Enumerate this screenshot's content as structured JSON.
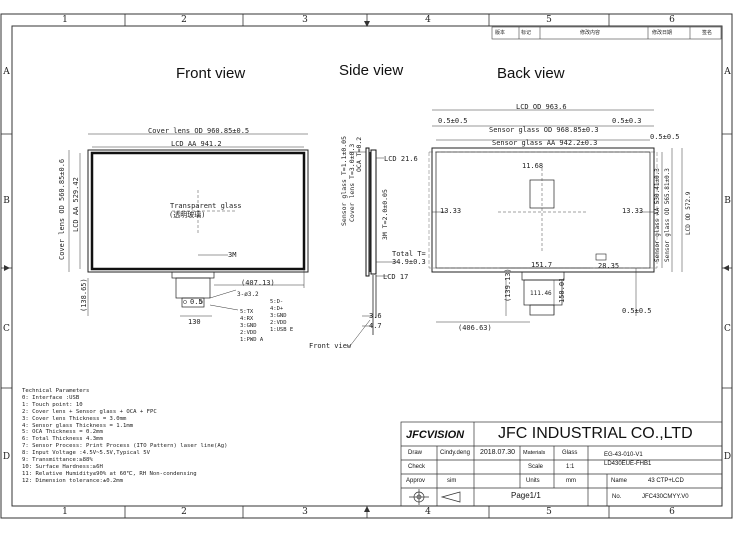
{
  "zones": {
    "columns": [
      "1",
      "2",
      "3",
      "4",
      "5",
      "6"
    ],
    "rows": [
      "A",
      "B",
      "C",
      "D"
    ]
  },
  "revision_header": [
    "版本",
    "标记",
    "修改内容",
    "修改日期",
    "签名"
  ],
  "views": {
    "front": "Front view",
    "side": "Side view",
    "back": "Back view"
  },
  "front": {
    "cover_lens_od": "Cover lens OD 960.85±0.5",
    "lcd_aa_w": "LCD AA 941.2",
    "cover_lens_od_v": "Cover lens OD 560.85±0.6",
    "lcd_aa_h": "LCD AA 529.42",
    "glass_label_1": "Transparent glass",
    "glass_label_2": "(透明玻璃)",
    "tail_label": "3M",
    "dim_407": "(407.13)",
    "dim_138": "(138.65)",
    "dim_130": "130",
    "dim_05": "0.5",
    "pin_title_l": "3-ø3.2",
    "pins_left": [
      "5:TX",
      "4:RX",
      "3:GND",
      "2:VDD",
      "1:PWD A"
    ],
    "pins_right": [
      "5:D-",
      "4:D+",
      "3:GND",
      "2:VDD",
      "1:USB E"
    ],
    "front_view_note": "Front view"
  },
  "side": {
    "sensor_glass_t": "Sensor glass T=1.1±0.05",
    "cover_lens_t": "Cover lens T=3.0±0.3",
    "oca_t": "OCA T=0.2",
    "tape_t": "3M T=2.0±0.05",
    "lcd_21": "LCD 21.6",
    "total_1": "Total T=",
    "total_2": "34.9±0.3",
    "lcd_17": "LCD 17",
    "dim_36": "3.6",
    "dim_47": "4.7"
  },
  "back": {
    "lcd_od": "LCD OD 963.6",
    "dim_left": "0.5±0.5",
    "dim_right": "0.5±0.3",
    "sensor_od": "Sensor glass OD 968.85±0.3",
    "sensor_aa": "Sensor glass AA 942.2±0.3",
    "dim_05_top": "0.5±0.5",
    "center_dim": "11.68",
    "side_l": "13.33",
    "side_r": "13.33",
    "sensor_aa_v": "Sensor glass AA 530.41±0.3",
    "sensor_od_v": "Sensor glass OD 565.81±0.3",
    "lcd_od_v": "LCD OD 572.9",
    "dim_151": "151.7",
    "dim_2835": "28.35",
    "dim_13913": "(139.13)",
    "dim_11146": "111.46",
    "dim_15001": "150.01",
    "dim_40663": "(406.63)",
    "dim_05_bottom": "0.5±0.5"
  },
  "technical": {
    "title": "Technical Parameters",
    "lines": [
      "0: Interface :USB",
      "1: Touch point: 10",
      "2: Cover lens + Sensor glass + OCA + FPC",
      "3: Cover lens Thickness = 3.0mm",
      "4: Sensor glass Thickness = 1.1mm",
      "5: OCA Thickness  = 0.2mm",
      "6: Total Thickness  4.3mm",
      "7: Sensor Process: Print Process (ITO Pattern)   laser line(Ag)",
      "8: Input Voltage :4.5V~5.5V,Typical 5V",
      "9: Transmittance:≥88%",
      "10: Surface Hardness:≥6H",
      "11: Relative Humidity≤90% at 60℃, RH Non-condensing",
      "12: Dimension tolerance:±0.2mm"
    ]
  },
  "title_block": {
    "logo": "JFCVISION",
    "company": "JFC INDUSTRIAL CO.,LTD",
    "draw_label": "Draw",
    "draw_value": "Cindy.deng",
    "date": "2018.07.30",
    "materials_label": "Materials",
    "materials_value": "Glass",
    "check_label": "Check",
    "scale_label": "Scale",
    "scale_value": "1:1",
    "approv_label": "Approv",
    "approv_value": "sim",
    "units_label": "Units",
    "units_value": "mm",
    "name_label": "Name",
    "name_value": "43 CTP+LCD",
    "drawing_no_1": "EG-43-010-V1",
    "drawing_no_2": "LD430EUE-FHB1",
    "page": "Page1/1",
    "no_label": "No.",
    "no_value": "JFC430CMYY.V0"
  }
}
